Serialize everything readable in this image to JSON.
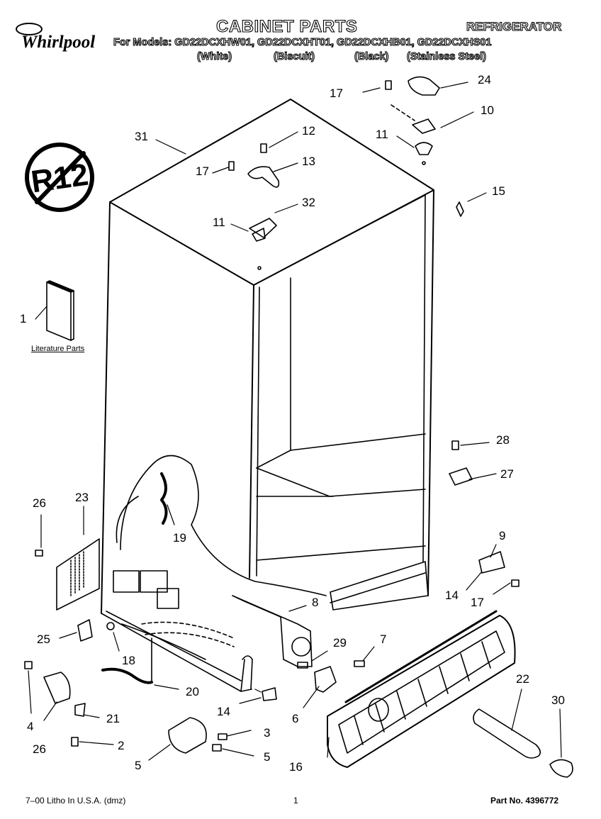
{
  "header": {
    "brand": "Whirlpool",
    "title": "CABINET PARTS",
    "category": "REFRIGERATOR",
    "models_line": "For Models: GD22DCXHW01, GD22DCXHT01, GD22DCXHB01, GD22DCXHS01",
    "variants": [
      "(White)",
      "(Biscuit)",
      "(Black)",
      "(Stainless Steel)"
    ]
  },
  "badge": {
    "text": "R12"
  },
  "literature_label": "Literature Parts",
  "callouts": [
    "17",
    "24",
    "10",
    "11",
    "15",
    "31",
    "12",
    "13",
    "17",
    "32",
    "11",
    "1",
    "28",
    "27",
    "26",
    "23",
    "19",
    "9",
    "14",
    "17",
    "8",
    "25",
    "18",
    "29",
    "7",
    "22",
    "30",
    "20",
    "14",
    "6",
    "21",
    "3",
    "16",
    "5",
    "4",
    "26",
    "2",
    "5"
  ],
  "footer": {
    "left": "7–00 Litho In U.S.A. (dmz)",
    "center": "1",
    "right": "Part No. 4396772"
  }
}
